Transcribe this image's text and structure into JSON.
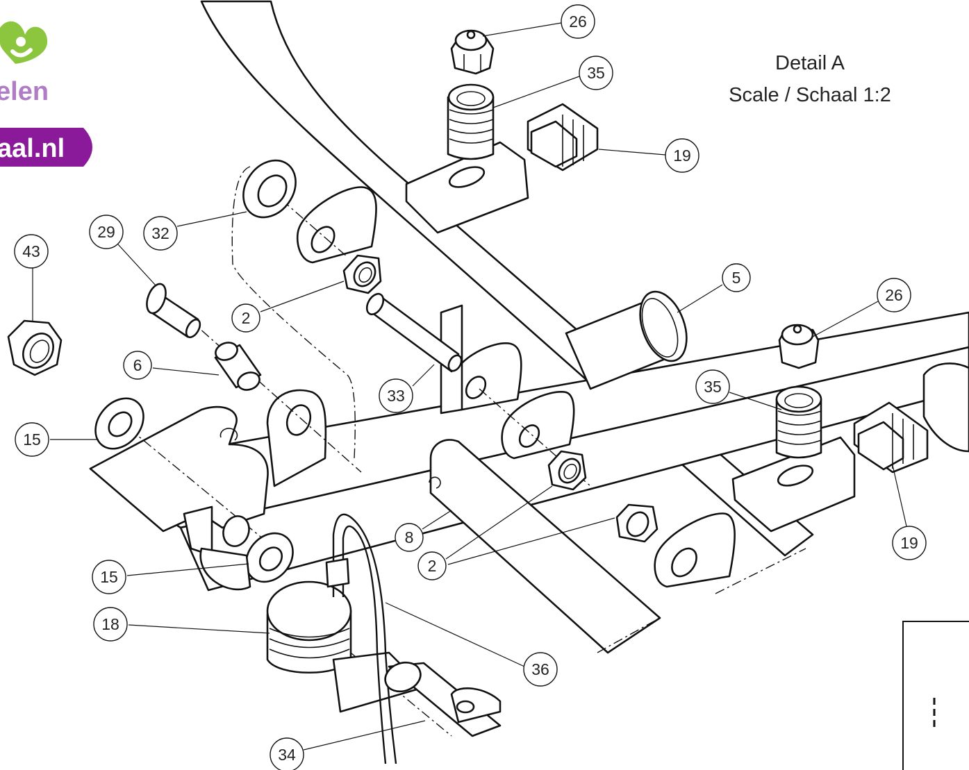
{
  "logo": {
    "text_top": "elen",
    "text_bottom": "aal.nl",
    "colors": {
      "green": "#8cc63f",
      "purple": "#8b1a9b",
      "lilac": "#b07cc6"
    }
  },
  "detail": {
    "title": "Detail A",
    "scale": "Scale / Schaal 1:2"
  },
  "callouts": [
    {
      "id": "c26a",
      "label": "26"
    },
    {
      "id": "c35a",
      "label": "35"
    },
    {
      "id": "c19a",
      "label": "19"
    },
    {
      "id": "c29",
      "label": "29"
    },
    {
      "id": "c32",
      "label": "32"
    },
    {
      "id": "c43",
      "label": "43"
    },
    {
      "id": "c2a",
      "label": "2"
    },
    {
      "id": "c5",
      "label": "5"
    },
    {
      "id": "c26b",
      "label": "26"
    },
    {
      "id": "c6",
      "label": "6"
    },
    {
      "id": "c33",
      "label": "33"
    },
    {
      "id": "c35b",
      "label": "35"
    },
    {
      "id": "c15a",
      "label": "15"
    },
    {
      "id": "c8",
      "label": "8"
    },
    {
      "id": "c2b",
      "label": "2"
    },
    {
      "id": "c19b",
      "label": "19"
    },
    {
      "id": "c15b",
      "label": "15"
    },
    {
      "id": "c18",
      "label": "18"
    },
    {
      "id": "c36",
      "label": "36"
    },
    {
      "id": "c34",
      "label": "34"
    }
  ]
}
